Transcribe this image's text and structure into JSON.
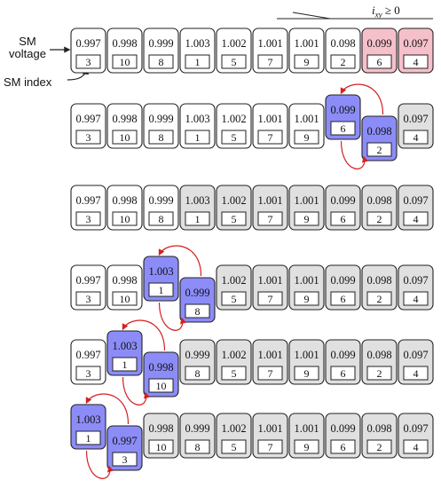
{
  "labels": {
    "sm_voltage_line1": "SM",
    "sm_voltage_line2": "voltage",
    "sm_index": "SM index",
    "current_condition": "i",
    "current_condition_subscript": "xy",
    "current_condition_rest": " ≥ 0"
  },
  "colors": {
    "unsorted": "#ffffff",
    "sorted": "#e0e0e0",
    "active_swap": "#8c8cf8",
    "initial_highlight": "#f6c0cb",
    "arrow": "#d62020",
    "stroke": "#222222"
  },
  "stages": [
    {
      "modules": [
        {
          "voltage": "0.997",
          "index": "3",
          "state": "unsorted"
        },
        {
          "voltage": "0.998",
          "index": "10",
          "state": "unsorted"
        },
        {
          "voltage": "0.999",
          "index": "8",
          "state": "unsorted"
        },
        {
          "voltage": "1.003",
          "index": "1",
          "state": "unsorted"
        },
        {
          "voltage": "1.002",
          "index": "5",
          "state": "unsorted"
        },
        {
          "voltage": "1.001",
          "index": "7",
          "state": "unsorted"
        },
        {
          "voltage": "1.001",
          "index": "9",
          "state": "unsorted"
        },
        {
          "voltage": "0.098",
          "index": "2",
          "state": "unsorted"
        },
        {
          "voltage": "0.099",
          "index": "6",
          "state": "highlight"
        },
        {
          "voltage": "0.097",
          "index": "4",
          "state": "highlight"
        }
      ],
      "swap": null
    },
    {
      "modules": [
        {
          "voltage": "0.997",
          "index": "3",
          "state": "unsorted"
        },
        {
          "voltage": "0.998",
          "index": "10",
          "state": "unsorted"
        },
        {
          "voltage": "0.999",
          "index": "8",
          "state": "unsorted"
        },
        {
          "voltage": "1.003",
          "index": "1",
          "state": "unsorted"
        },
        {
          "voltage": "1.002",
          "index": "5",
          "state": "unsorted"
        },
        {
          "voltage": "1.001",
          "index": "7",
          "state": "unsorted"
        },
        {
          "voltage": "1.001",
          "index": "9",
          "state": "unsorted"
        },
        {
          "voltage": "0.099",
          "index": "6",
          "state": "active"
        },
        {
          "voltage": "0.098",
          "index": "2",
          "state": "active"
        },
        {
          "voltage": "0.097",
          "index": "4",
          "state": "sorted"
        }
      ],
      "swap": 7
    },
    {
      "modules": [
        {
          "voltage": "0.997",
          "index": "3",
          "state": "unsorted"
        },
        {
          "voltage": "0.998",
          "index": "10",
          "state": "unsorted"
        },
        {
          "voltage": "0.999",
          "index": "8",
          "state": "unsorted"
        },
        {
          "voltage": "1.003",
          "index": "1",
          "state": "sorted"
        },
        {
          "voltage": "1.002",
          "index": "5",
          "state": "sorted"
        },
        {
          "voltage": "1.001",
          "index": "7",
          "state": "sorted"
        },
        {
          "voltage": "1.001",
          "index": "9",
          "state": "sorted"
        },
        {
          "voltage": "0.099",
          "index": "6",
          "state": "sorted"
        },
        {
          "voltage": "0.098",
          "index": "2",
          "state": "sorted"
        },
        {
          "voltage": "0.097",
          "index": "4",
          "state": "sorted"
        }
      ],
      "swap": null
    },
    {
      "modules": [
        {
          "voltage": "0.997",
          "index": "3",
          "state": "unsorted"
        },
        {
          "voltage": "0.998",
          "index": "10",
          "state": "unsorted"
        },
        {
          "voltage": "1.003",
          "index": "1",
          "state": "active"
        },
        {
          "voltage": "0.999",
          "index": "8",
          "state": "active"
        },
        {
          "voltage": "1.002",
          "index": "5",
          "state": "sorted"
        },
        {
          "voltage": "1.001",
          "index": "7",
          "state": "sorted"
        },
        {
          "voltage": "1.001",
          "index": "9",
          "state": "sorted"
        },
        {
          "voltage": "0.099",
          "index": "6",
          "state": "sorted"
        },
        {
          "voltage": "0.098",
          "index": "2",
          "state": "sorted"
        },
        {
          "voltage": "0.097",
          "index": "4",
          "state": "sorted"
        }
      ],
      "swap": 2
    },
    {
      "modules": [
        {
          "voltage": "0.997",
          "index": "3",
          "state": "unsorted"
        },
        {
          "voltage": "1.003",
          "index": "1",
          "state": "active"
        },
        {
          "voltage": "0.998",
          "index": "10",
          "state": "active"
        },
        {
          "voltage": "0.999",
          "index": "8",
          "state": "sorted"
        },
        {
          "voltage": "1.002",
          "index": "5",
          "state": "sorted"
        },
        {
          "voltage": "1.001",
          "index": "7",
          "state": "sorted"
        },
        {
          "voltage": "1.001",
          "index": "9",
          "state": "sorted"
        },
        {
          "voltage": "0.099",
          "index": "6",
          "state": "sorted"
        },
        {
          "voltage": "0.098",
          "index": "2",
          "state": "sorted"
        },
        {
          "voltage": "0.097",
          "index": "4",
          "state": "sorted"
        }
      ],
      "swap": 1
    },
    {
      "modules": [
        {
          "voltage": "1.003",
          "index": "1",
          "state": "active"
        },
        {
          "voltage": "0.997",
          "index": "3",
          "state": "active"
        },
        {
          "voltage": "0.998",
          "index": "10",
          "state": "sorted"
        },
        {
          "voltage": "0.999",
          "index": "8",
          "state": "sorted"
        },
        {
          "voltage": "1.002",
          "index": "5",
          "state": "sorted"
        },
        {
          "voltage": "1.001",
          "index": "7",
          "state": "sorted"
        },
        {
          "voltage": "1.001",
          "index": "9",
          "state": "sorted"
        },
        {
          "voltage": "0.099",
          "index": "6",
          "state": "sorted"
        },
        {
          "voltage": "0.098",
          "index": "2",
          "state": "sorted"
        },
        {
          "voltage": "0.097",
          "index": "4",
          "state": "sorted"
        }
      ],
      "swap": 0
    }
  ]
}
